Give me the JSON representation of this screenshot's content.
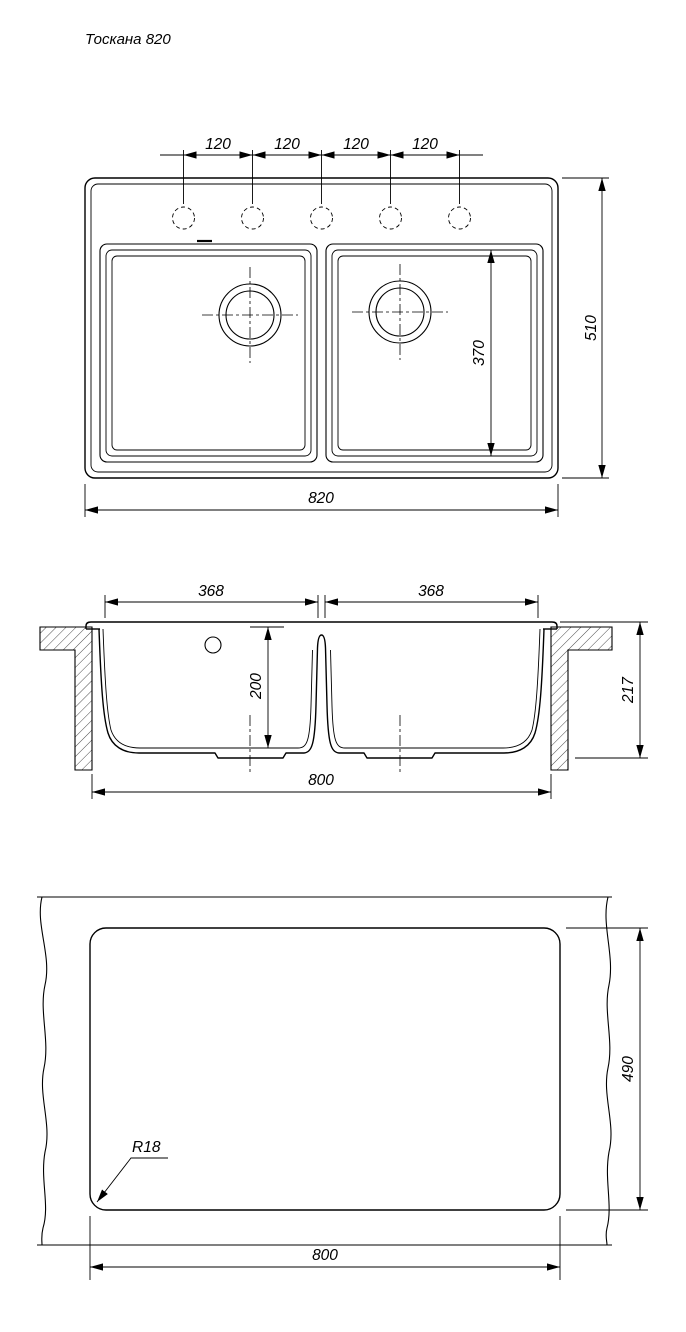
{
  "title": "Тоскана 820",
  "top_view": {
    "hole_spacing": [
      "120",
      "120",
      "120",
      "120"
    ],
    "overall_width": "820",
    "overall_depth": "510",
    "bowl_inner_depth": "370"
  },
  "section_view": {
    "bowl_width_left": "368",
    "bowl_width_right": "368",
    "bowl_depth": "200",
    "overall_height": "217",
    "cutout_width": "800"
  },
  "cutout_view": {
    "corner_radius": "R18",
    "cutout_depth": "490",
    "cutout_width": "800"
  }
}
